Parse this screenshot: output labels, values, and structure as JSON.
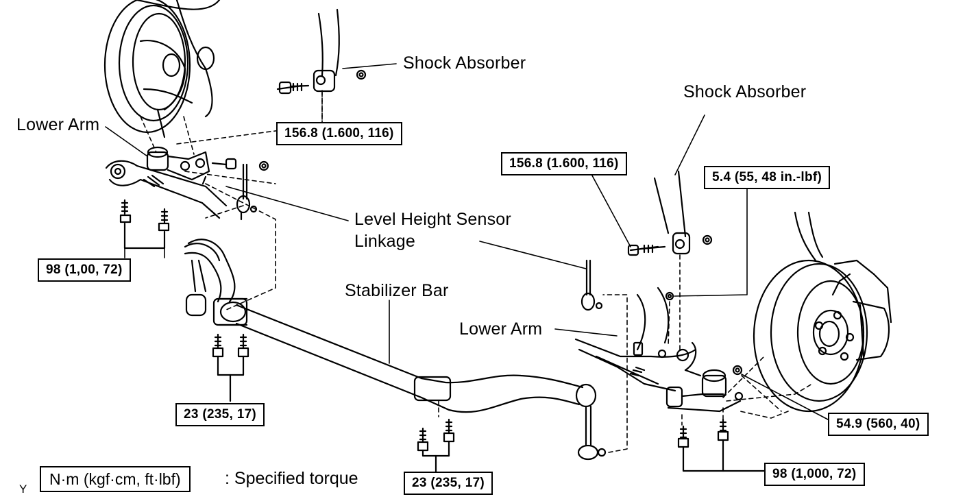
{
  "labels": {
    "shock_absorber_left": "Shock Absorber",
    "shock_absorber_right": "Shock Absorber",
    "lower_arm_left": "Lower Arm",
    "lower_arm_right": "Lower Arm",
    "level_height_sensor_line1": "Level Height Sensor",
    "level_height_sensor_line2": "Linkage",
    "stabilizer_bar": "Stabilizer Bar"
  },
  "torques": {
    "shock_upper_left": "156.8 (1.600, 116)",
    "shock_right": "156.8 (1.600, 116)",
    "sensor_nut": "5.4 (55, 48 in.-lbf)",
    "lower_arm_left_bolts": "98 (1,00, 72)",
    "stab_bracket_left": "23 (235, 17)",
    "stab_bracket_right": "23 (235, 17)",
    "ball_joint_nut": "54.9 (560, 40)",
    "lower_arm_right_bolts": "98 (1,000, 72)"
  },
  "legend": {
    "unit": "N·m (kgf·cm, ft·lbf)",
    "description": ": Specified torque"
  },
  "figure_code": "Y"
}
